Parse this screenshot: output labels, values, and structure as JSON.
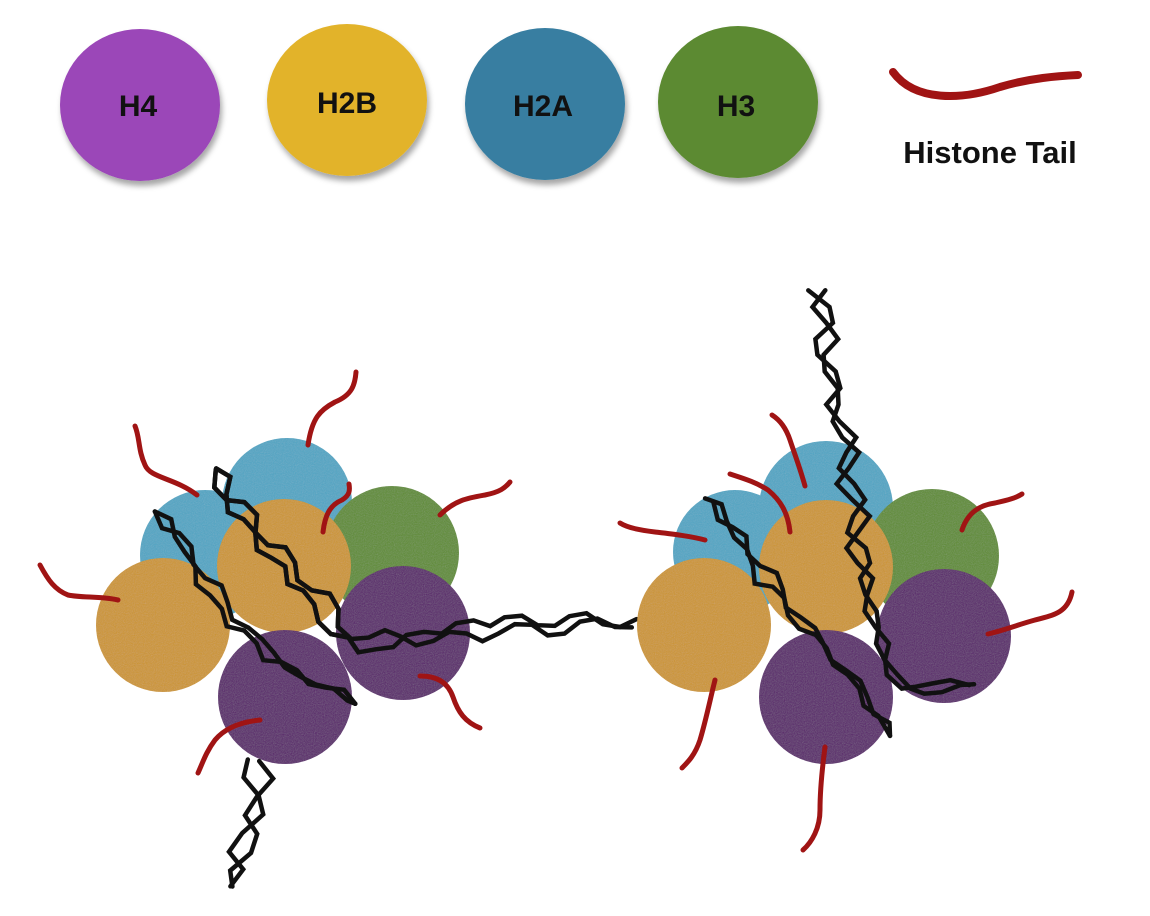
{
  "legend": {
    "histones": [
      {
        "label": "H4",
        "color": "#9b46b8"
      },
      {
        "label": "H2B",
        "color": "#e2b32b"
      },
      {
        "label": "H2A",
        "color": "#377ea1"
      },
      {
        "label": "H3",
        "color": "#5b8a30"
      }
    ],
    "tail_label": "Histone Tail",
    "tail_color": "#a01414"
  },
  "nucleosome_colors": {
    "H2A": "#4fa5c4",
    "H2B": "#cd952f",
    "H3": "#5f8c33",
    "H4": "#58206b"
  },
  "dna_color": "#111111"
}
